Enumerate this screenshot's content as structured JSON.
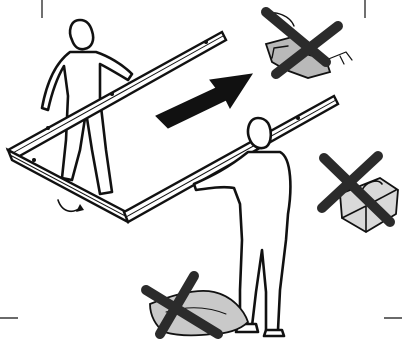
{
  "illustration": {
    "kind": "instruction",
    "text_present": false,
    "colors": {
      "ink": "#111111",
      "background": "#ffffff",
      "cross": "#2b2b2b",
      "arrow": "#111111",
      "fill_light": "#d9d9d9",
      "fill_mid": "#b9b9b9"
    },
    "icons": [
      "crop-mark-icon",
      "person-icon",
      "frame-icon",
      "arrow-right-icon",
      "rotate-icon",
      "power-tool-icon",
      "toolbox-icon",
      "drop-cloth-icon",
      "prohibited-cross-icon"
    ],
    "prohibited_items": [
      "power-tool",
      "toolbox",
      "drop-cloth"
    ]
  }
}
